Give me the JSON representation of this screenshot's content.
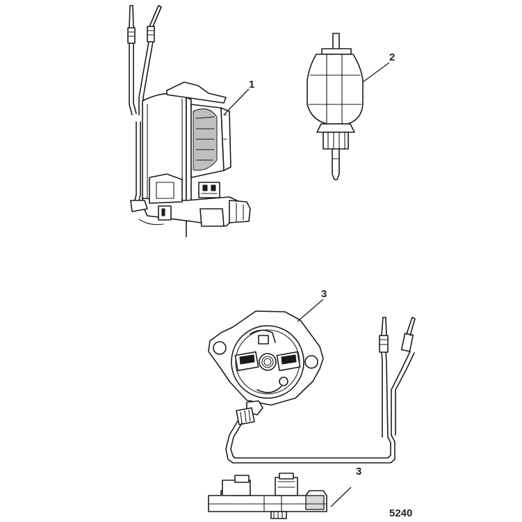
{
  "callouts": {
    "part_1": "1",
    "part_2": "2",
    "part_3_top": "3",
    "part_3_bottom": "3"
  },
  "figure_id": "5240",
  "colors": {
    "line": "#1a1a1a",
    "background": "#ffffff",
    "shade": "#d9d9d9"
  }
}
